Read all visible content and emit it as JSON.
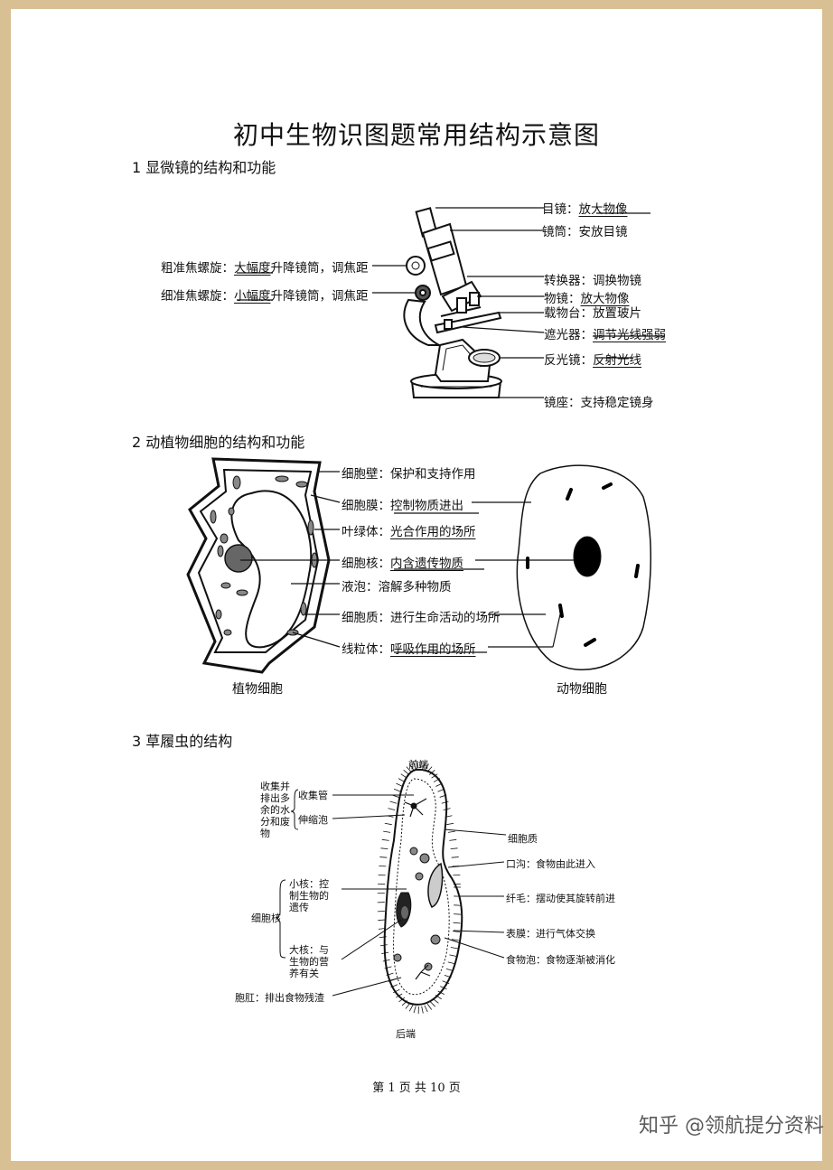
{
  "title": "初中生物识图题常用结构示意图",
  "sections": {
    "microscope": {
      "heading": "1 显微镜的结构和功能",
      "labels_right": [
        {
          "name": "目镜：",
          "func": "放大物像"
        },
        {
          "name": "镜筒：",
          "func": "安放目镜"
        },
        {
          "name": "转换器：",
          "func": "调换物镜"
        },
        {
          "name": "物镜：",
          "func": "放大物像"
        },
        {
          "name": "载物台：",
          "func": "放置玻片"
        },
        {
          "name": "遮光器：",
          "func": "调节光线强弱"
        },
        {
          "name": "反光镜：",
          "func": "反射光线"
        },
        {
          "name": "镜座：",
          "func": "支持稳定镜身"
        }
      ],
      "labels_left": [
        {
          "name": "粗准焦螺旋：",
          "func_u": "大幅度",
          "func": "升降镜筒，调焦距"
        },
        {
          "name": "细准焦螺旋：",
          "func_u": "小幅度",
          "func": "升降镜筒，调焦距"
        }
      ]
    },
    "cells": {
      "heading": "2 动植物细胞的结构和功能",
      "labels": [
        {
          "name": "细胞壁：",
          "func": "保护和支持作用"
        },
        {
          "name": "细胞膜：",
          "func": "控制物质进出"
        },
        {
          "name": "叶绿体：",
          "func": "光合作用的场所"
        },
        {
          "name": "细胞核：",
          "func": "内含遗传物质"
        },
        {
          "name": "液泡：",
          "func": "溶解多种物质"
        },
        {
          "name": "细胞质：",
          "func": "进行生命活动的场所"
        },
        {
          "name": "线粒体：",
          "func": "呼吸作用的场所"
        }
      ],
      "plant_caption": "植物细胞",
      "animal_caption": "动物细胞"
    },
    "paramecium": {
      "heading": "3 草履虫的结构",
      "front": "前端",
      "back": "后端",
      "left_group_1": "收集并排出多余的水分和废物",
      "left_group_1_lines": [
        "收集并",
        "排出多",
        "余的水",
        "分和废",
        "物"
      ],
      "collect_tube": "收集管",
      "contract_vacuole": "伸缩泡",
      "nucleus_group": "细胞核",
      "micronucleus_lines": [
        "小核：控",
        "制生物的",
        "遗传"
      ],
      "macronucleus_lines": [
        "大核：与",
        "生物的营",
        "养有关"
      ],
      "anus": "胞肛：排出食物残渣",
      "right_labels": [
        "细胞质",
        "口沟：食物由此进入",
        "纤毛：摆动使其旋转前进",
        "表膜：进行气体交换",
        "食物泡：食物逐渐被消化"
      ]
    }
  },
  "footer": "第 1 页 共 10 页",
  "watermark": "知乎 @领航提分资料"
}
